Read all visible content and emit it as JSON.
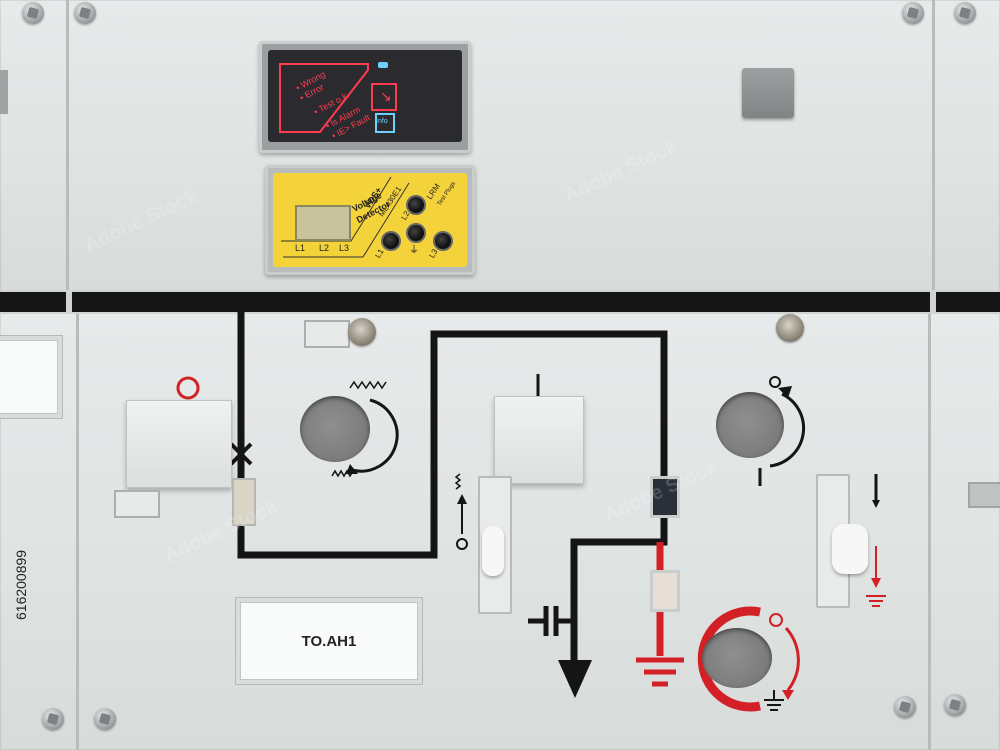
{
  "display_unit": {
    "lines": [
      "• Wrong",
      "• Error",
      "• Test o.k.",
      "• ls Alarm",
      "• IE> Fault"
    ],
    "badge_text": "Info"
  },
  "voltage_detector": {
    "title_line1": "Voltage",
    "title_line2": "Detector",
    "model": "VDS+",
    "code": "ML430E1",
    "phase_labels": [
      "L1",
      "L2",
      "L3"
    ],
    "socket_labels": [
      "L1",
      "L2",
      "L3"
    ],
    "test_label": "LRM",
    "test_sub": "Test Plugs"
  },
  "feeder_label": "TO.AH1",
  "side_id": "616200899",
  "colors": {
    "panel": "#e2e5e4",
    "mimic_black": "#151515",
    "earth_red": "#d32027",
    "detector_yellow": "#f3d23a",
    "display_dark": "#2b2b2f"
  },
  "icons": {
    "interlock_knob": "lock-knob-icon",
    "earth": "earth-symbol-icon",
    "disconnector": "disconnector-symbol-icon",
    "rotation": "rotation-arrow-icon"
  }
}
